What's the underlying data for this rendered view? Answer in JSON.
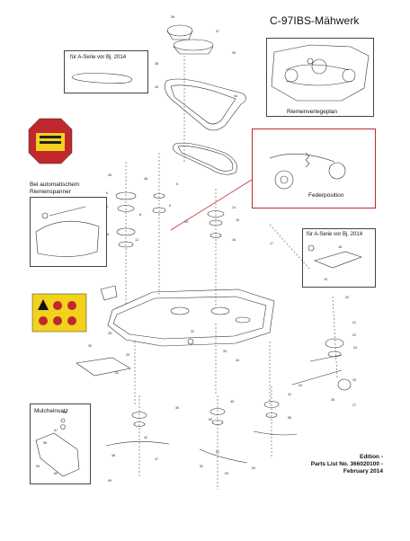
{
  "header": {
    "title": "C-97IBS-Mähwerk"
  },
  "insets": {
    "a_series_top": "für A-Serie vor Bj. 2014",
    "belt_plan": "Riemenverlegeplan",
    "spring_position": "Federposition",
    "auto_tensioner": "Bei automatischem Riemenspanner",
    "a_series_right": "für A-Serie vor Bj. 2014",
    "mulch_kit": "Mulcheinsatz"
  },
  "footer": {
    "edition": "Edition -",
    "parts_list": "Parts List No. 366020100 -",
    "date": "February 2014"
  },
  "colors": {
    "callout": "#c0282d",
    "warning_yellow": "#f2d21c",
    "label_red": "#c0282d"
  },
  "part_numbers": [
    "36",
    "37",
    "38",
    "39",
    "43",
    "44",
    "45",
    "46",
    "5",
    "6",
    "7",
    "8",
    "9",
    "10",
    "11",
    "12",
    "14",
    "15",
    "16",
    "17",
    "18",
    "19",
    "20",
    "21",
    "22",
    "23",
    "24",
    "25",
    "26",
    "27",
    "28",
    "29",
    "30",
    "31",
    "32",
    "33",
    "34",
    "35",
    "40",
    "41",
    "42",
    "47",
    "48",
    "49",
    "50",
    "51",
    "52",
    "53",
    "54",
    "55",
    "56",
    "57",
    "58",
    "59",
    "60"
  ]
}
